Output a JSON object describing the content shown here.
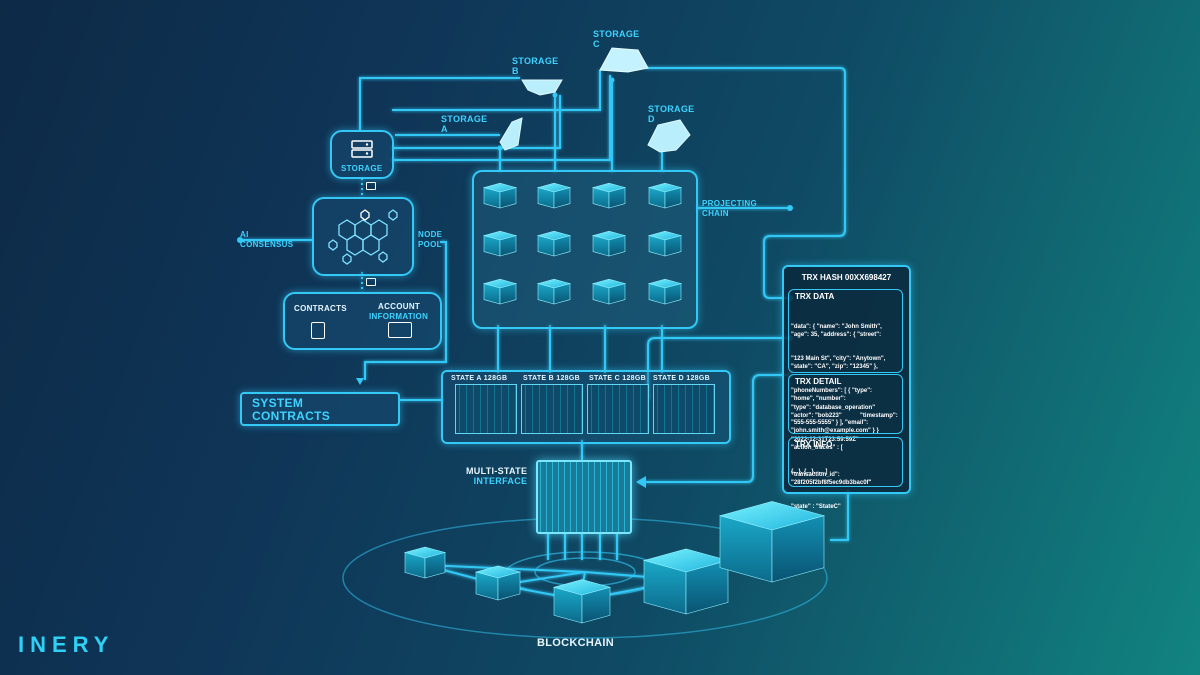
{
  "logo": {
    "text": "INERY"
  },
  "storage_nodes": {
    "a": {
      "line1": "STORAGE",
      "line2": "A"
    },
    "b": {
      "line1": "STORAGE",
      "line2": "B"
    },
    "c": {
      "line1": "STORAGE",
      "line2": "C"
    },
    "d": {
      "line1": "STORAGE",
      "line2": "D"
    }
  },
  "storage_box": {
    "label": "STORAGE"
  },
  "ai_consensus": {
    "line1": "AI",
    "line2": "CONSENSUS"
  },
  "node_pool": {
    "line1": "NODE",
    "line2": "POOL"
  },
  "projecting_chain": {
    "line1": "PROJECTING",
    "line2": "CHAIN"
  },
  "contracts": {
    "label": "CONTRACTS",
    "account_line1": "ACCOUNT",
    "account_line2": "INFORMATION"
  },
  "system_contracts": {
    "line1": "SYSTEM",
    "line2": "CONTRACTS"
  },
  "states": [
    "STATE A 128GB",
    "STATE B 128GB",
    "STATE C 128GB",
    "STATE D 128GB"
  ],
  "multi_state": {
    "line1": "MULTI-STATE",
    "line2": "INTERFACE"
  },
  "blockchain": {
    "label": "BLOCKCHAIN"
  },
  "trx_panel": {
    "hash": "TRX HASH 00XX698427",
    "data_title": "TRX DATA",
    "data_lines": [
      "\"data\": { \"name\": \"John Smith\",",
      "\"age\": 35, \"address\": { \"street\":",
      "\"123 Main St\", \"city\": \"Anytown\",",
      "\"state\": \"CA\", \"zip\": \"12345\" },",
      "\"phoneNumbers\": [ { \"type\":",
      "\"home\", \"number\":",
      "\"555-555-5555\" } ], \"email\":",
      "\"john.smith@example.com\" } }"
    ],
    "detail_title": "TRX DETAIL",
    "detail_lines": [
      "\"type\": \"database_operation\"",
      "\"actor\": \"bob223\"           \"timestamp\":",
      "\"2022-12-31T23:59:59Z\"",
      "\"action_traces\" : [",
      "{...}, {...}, .... ]"
    ],
    "info_title": "TRX INFO",
    "info_lines": [
      "\"transaction_id\":",
      "\"28f205f2bf8f5ec9db3bac0f\"",
      "\"state\" : \"StateC\""
    ]
  },
  "colors": {
    "accent": "#33c8f5",
    "background_left": "#0d2a47",
    "background_right": "#118480"
  },
  "icons": [
    "server-icon",
    "document-icon",
    "id-card-icon",
    "lock-icon",
    "hexagon-network-icon",
    "cube-icon",
    "crystal-icon"
  ]
}
